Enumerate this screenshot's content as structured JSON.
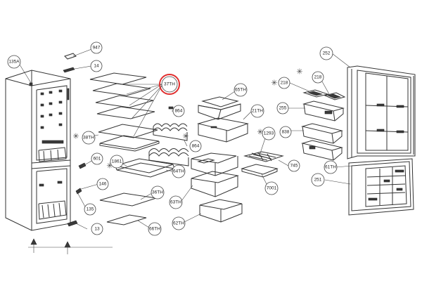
{
  "diagram": {
    "callouts": {
      "c135a": "135A",
      "c947": "947",
      "c14": "14",
      "c37th": "37TH",
      "c864a": "864",
      "c864b": "864",
      "c38th": "38TH",
      "c601": "601",
      "c1861": "1861",
      "c64th": "64TH",
      "c146": "146",
      "c135": "135",
      "c36th": "36TH",
      "c13": "13",
      "c66th": "66TH",
      "c65th": "65TH",
      "c21th": "21TH",
      "c63th": "63TH",
      "c62th": "62TH",
      "c1293": "1293",
      "c745": "745",
      "c7001": "7001",
      "c218a": "218",
      "c218b": "218",
      "c255": "255",
      "c838": "838",
      "c252": "252",
      "c61th": "61TH",
      "c251": "251"
    },
    "highlight_color": "#e03030"
  }
}
